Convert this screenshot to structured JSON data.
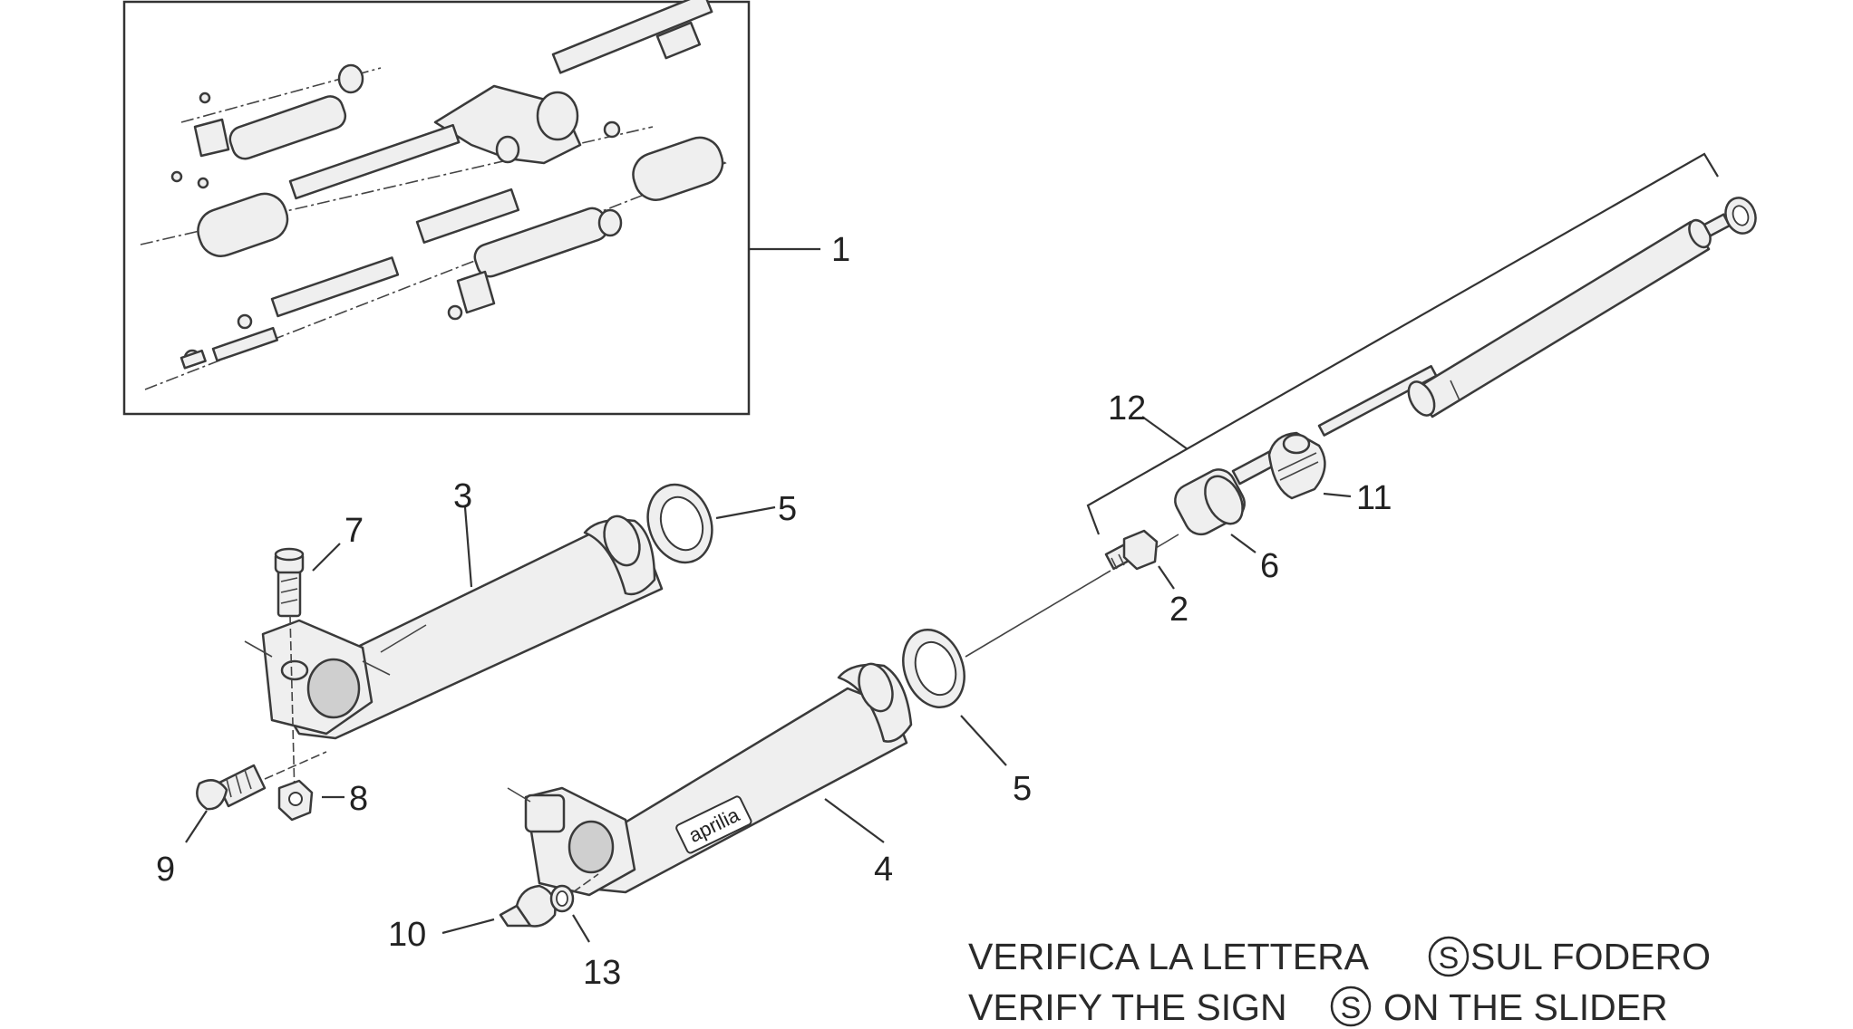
{
  "callouts": [
    "1",
    "2",
    "3",
    "4",
    "5",
    "5",
    "6",
    "7",
    "8",
    "9",
    "10",
    "11",
    "12",
    "13"
  ],
  "note": {
    "line1_before": "VERIFICA LA LETTERA",
    "line1_after": "SUL FODERO",
    "line2_before": "VERIFY THE SIGN",
    "line2_after": "ON THE SLIDER",
    "sign_letter": "S"
  },
  "logo_text": "aprilia"
}
